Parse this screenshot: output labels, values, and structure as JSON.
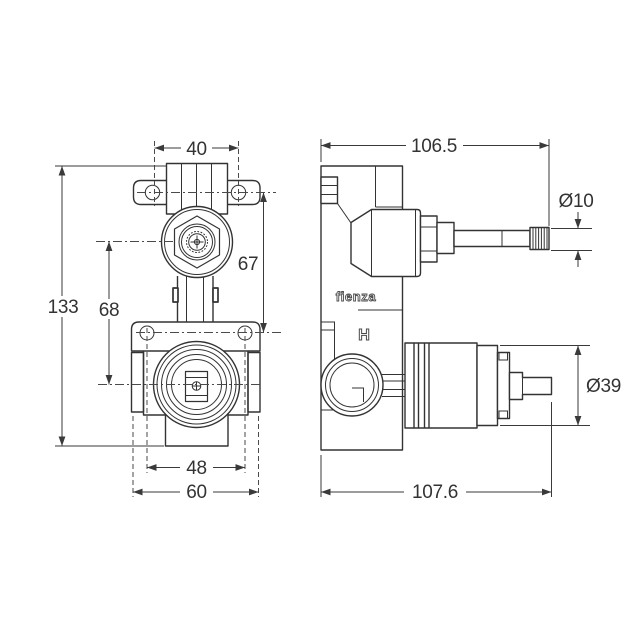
{
  "canvas": {
    "background": "#ffffff",
    "line_color": "#333333",
    "dim_color": "#3a3a3a"
  },
  "front_view": {
    "dims": {
      "hole_spacing_top": "40",
      "overall_height": "133",
      "valve_center_distance": "68",
      "bracket_center_distance": "67",
      "hole_spacing_bottom": "48",
      "body_width_bottom": "60"
    }
  },
  "side_view": {
    "brand_label": "fienza",
    "hot_inlet_label": "H",
    "dims": {
      "depth_top": "106.5",
      "spindle_diameter": "Ø10",
      "cartridge_diameter": "Ø39",
      "depth_bottom": "107.6"
    }
  }
}
